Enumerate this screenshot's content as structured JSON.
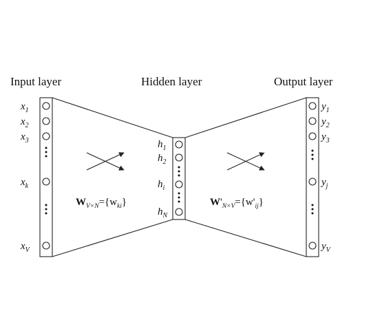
{
  "layers": {
    "input": {
      "title": "Input layer",
      "units": [
        {
          "var": "x",
          "sub": "1"
        },
        {
          "var": "x",
          "sub": "2"
        },
        {
          "var": "x",
          "sub": "3"
        },
        {
          "var": "x",
          "sub": "k"
        },
        {
          "var": "x",
          "sub": "V"
        }
      ]
    },
    "hidden": {
      "title": "Hidden layer",
      "units": [
        {
          "var": "h",
          "sub": "1"
        },
        {
          "var": "h",
          "sub": "2"
        },
        {
          "var": "h",
          "sub": "i"
        },
        {
          "var": "h",
          "sub": "N"
        }
      ]
    },
    "output": {
      "title": "Output layer",
      "units": [
        {
          "var": "y",
          "sub": "1"
        },
        {
          "var": "y",
          "sub": "2"
        },
        {
          "var": "y",
          "sub": "3"
        },
        {
          "var": "y",
          "sub": "j"
        },
        {
          "var": "y",
          "sub": "V"
        }
      ]
    }
  },
  "weights": {
    "input_hidden": {
      "symbol": "W",
      "subscript": "V×N",
      "equals": "={w",
      "element_sub": "ki",
      "close": "}"
    },
    "hidden_output": {
      "symbol": "W",
      "prime": "'",
      "subscript": "N×V",
      "equals": "={w'",
      "element_sub": "ij",
      "close": "}"
    }
  },
  "colors": {
    "ink": "#222222",
    "background": "#ffffff"
  }
}
